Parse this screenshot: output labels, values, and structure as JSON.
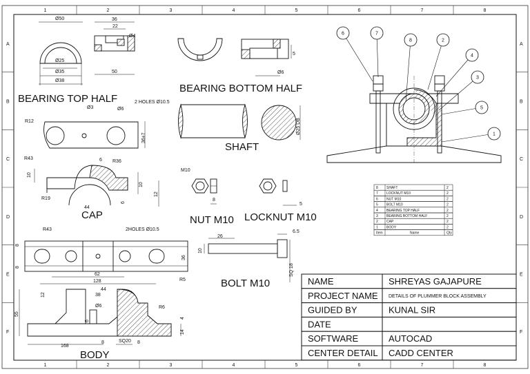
{
  "border": {
    "columns": [
      "1",
      "2",
      "3",
      "4",
      "5",
      "6",
      "7",
      "8"
    ],
    "rows": [
      "A",
      "B",
      "C",
      "D",
      "E",
      "F"
    ]
  },
  "views": {
    "bearing_top_half": {
      "title": "BEARING TOP HALF",
      "dims": {
        "d50": "Ø50",
        "d25": "Ø25",
        "d35": "Ø35",
        "d38": "Ø38",
        "w36": "36",
        "w22": "22",
        "d4": "Ø4",
        "w50": "50"
      }
    },
    "bearing_bottom_half": {
      "title": "BEARING BOTTOM HALF",
      "dims": {
        "w5": "5",
        "d6": "Ø6"
      }
    },
    "shaft": {
      "title": "SHAFT",
      "dims": {
        "d25": "Ø25 DB"
      }
    },
    "cap": {
      "title": "CAP",
      "dims": {
        "r12": "R12",
        "d3": "Ø3",
        "d6": "Ø6",
        "holes": "2 HOLES Ø10.5",
        "w36": "36±7",
        "r43": "R43",
        "w10": "10",
        "w6": "6",
        "r36": "R36",
        "w10b": "10",
        "w12": "12",
        "r19": "R19",
        "w44": "44",
        "w6b": "6"
      }
    },
    "nut": {
      "title": "NUT M10",
      "dims": {
        "m10": "M10",
        "w8": "8"
      }
    },
    "locknut": {
      "title": "LOCKNUT M10",
      "dims": {
        "w5": "5"
      }
    },
    "bolt": {
      "title": "BOLT M10",
      "dims": {
        "w26": "26",
        "w65": "6.5",
        "w10": "10",
        "sq18": "SQ 18"
      }
    },
    "body": {
      "title": "BODY",
      "dims": {
        "r43": "R43",
        "holes": "2HOLES Ø10.5",
        "w8a": "8",
        "w8b": "8",
        "w36": "36",
        "w62": "62",
        "w128": "128",
        "r5": "R5",
        "w12": "12",
        "w38": "38",
        "w44": "44",
        "d6": "Ø6",
        "w55": "55",
        "r6": "R6",
        "w6": "6",
        "w4": "4",
        "w14": "14",
        "w168": "168",
        "w8c": "8",
        "sq20": "SQ20",
        "w8d": "8"
      }
    }
  },
  "assembly_balloons": [
    "6",
    "7",
    "8",
    "2",
    "4",
    "3",
    "5",
    "1"
  ],
  "bill_of_materials": {
    "rows": [
      {
        "item": "8",
        "name": "SHAFT",
        "qty": "2"
      },
      {
        "item": "7",
        "name": "LOCKNUT M10",
        "qty": "2"
      },
      {
        "item": "6",
        "name": "NUT M10",
        "qty": "2"
      },
      {
        "item": "5",
        "name": "BOLT M10",
        "qty": "2"
      },
      {
        "item": "4",
        "name": "BEARING TOP HALF",
        "qty": "2"
      },
      {
        "item": "3",
        "name": "BEARING BOTTOM HALF",
        "qty": "2"
      },
      {
        "item": "2",
        "name": "CAP",
        "qty": "2"
      },
      {
        "item": "1",
        "name": "BODY",
        "qty": "2"
      }
    ],
    "headers": {
      "item": "Item",
      "name": "Name",
      "qty": "Qty"
    }
  },
  "title_block": [
    {
      "label": "NAME",
      "value": "SHREYAS GAJAPURE",
      "small": false
    },
    {
      "label": "PROJECT  NAME",
      "value": "DETAILS OF PLUMMER BLOCK ASSEMBLY",
      "small": true
    },
    {
      "label": "GUIDED BY",
      "value": "KUNAL SIR",
      "small": false
    },
    {
      "label": "DATE",
      "value": "",
      "small": false
    },
    {
      "label": "SOFTWARE",
      "value": "AUTOCAD",
      "small": false
    },
    {
      "label": "CENTER DETAIL",
      "value": "CADD CENTER",
      "small": false
    }
  ]
}
